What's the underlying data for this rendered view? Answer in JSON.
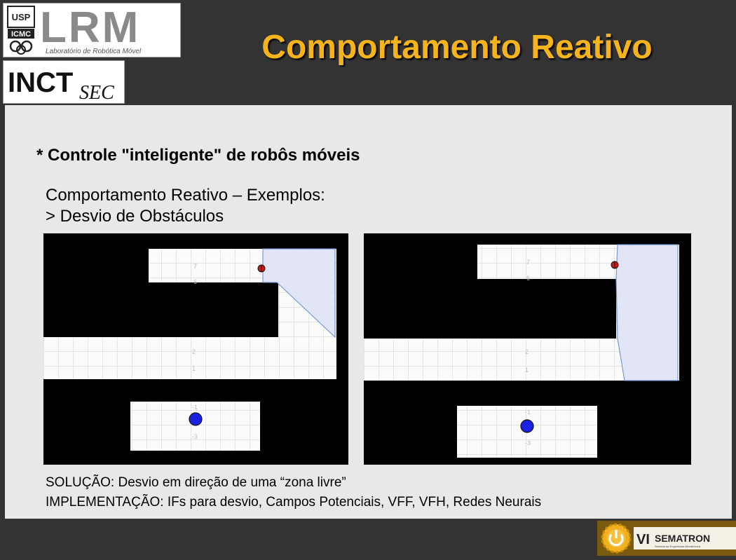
{
  "header": {
    "title": "Comportamento Reativo"
  },
  "logos": {
    "usp": "USP",
    "icmc": "ICMC",
    "lrm": "LRM",
    "lrm_subtitle": "Laboratório de Robótica Móvel",
    "inct": "INCT",
    "inct_sub": "SEC"
  },
  "content": {
    "bullet": "* Controle \"inteligente\" de robôs móveis",
    "line1": "Comportamento Reativo – Exemplos:",
    "line2": "> Desvio de Obstáculos",
    "solucao": "SOLUÇÃO:   Desvio em direção de uma “zona livre”",
    "implementacao": "IMPLEMENTAÇÃO:   IFs  para desvio,  Campos Potenciais, VFF, VFH, Redes Neurais"
  },
  "simulations": {
    "left": {
      "axis_labels": [
        "7",
        "6",
        "2",
        "1",
        "-1",
        "-3"
      ]
    },
    "right": {
      "axis_labels": [
        "7",
        "6",
        "2",
        "1",
        "-1",
        "-3"
      ]
    }
  },
  "footer": {
    "badge_numeral": "VI",
    "badge_text": "SEMATRON",
    "badge_subtext": "Semana da Engenharia Mecatrônica"
  },
  "colors": {
    "title": "#f5b41c",
    "background": "#333333",
    "content": "#e8e8e8",
    "zone": "#dfe3f5",
    "goal": "#1a22e0",
    "robot": "#cc1a1a"
  }
}
